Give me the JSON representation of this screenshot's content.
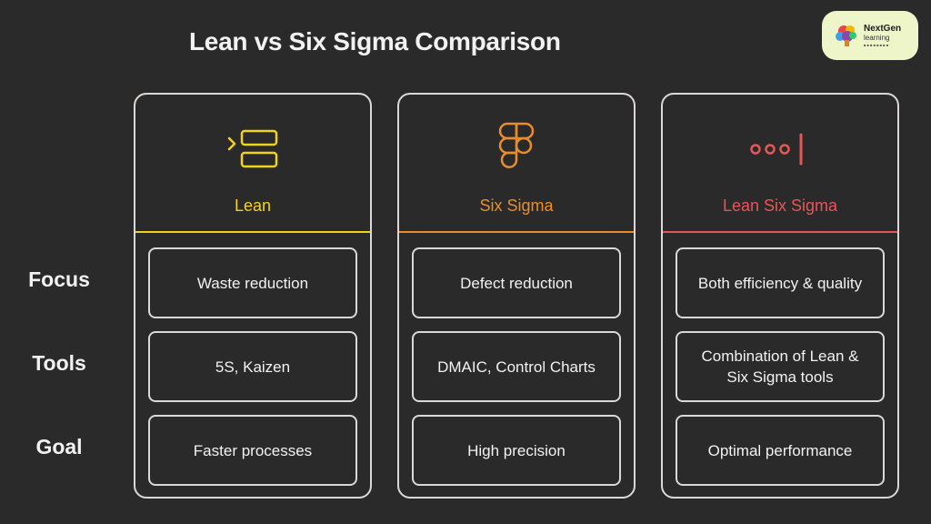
{
  "title": "Lean vs Six Sigma Comparison",
  "logo": {
    "name": "NextGen",
    "sub": "learning",
    "tag": "■ ■ ■ ■ ■ ■ ■ ■"
  },
  "rows": [
    "Focus",
    "Tools",
    "Goal"
  ],
  "columns": [
    {
      "name": "Lean",
      "icon": "list-chevron-icon",
      "color": "#f2d31b",
      "cells": [
        "Waste reduction",
        "5S, Kaizen",
        "Faster processes"
      ]
    },
    {
      "name": "Six Sigma",
      "icon": "figma-shapes-icon",
      "color": "#e98d2c",
      "cells": [
        "Defect reduction",
        "DMAIC, Control Charts",
        "High precision"
      ]
    },
    {
      "name": "Lean Six Sigma",
      "icon": "dots-progress-icon",
      "color": "#e65656",
      "cells": [
        "Both efficiency & quality",
        "Combination of Lean & Six Sigma tools",
        "Optimal performance"
      ]
    }
  ]
}
